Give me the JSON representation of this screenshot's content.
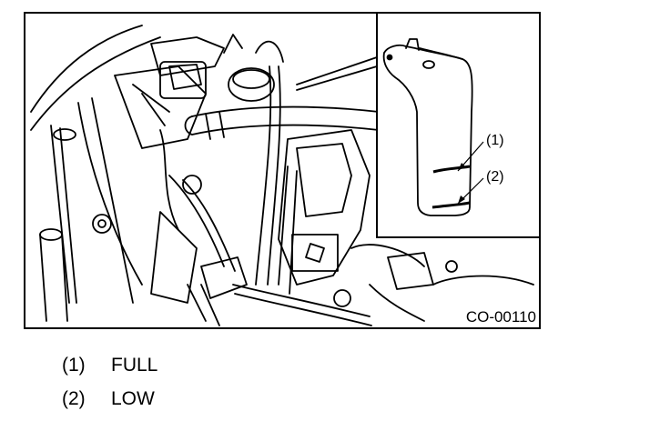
{
  "figure": {
    "code": "CO-00110",
    "callouts": [
      {
        "id": "1",
        "label": "(1)"
      },
      {
        "id": "2",
        "label": "(2)"
      }
    ]
  },
  "legend": [
    {
      "number": "(1)",
      "text": "FULL"
    },
    {
      "number": "(2)",
      "text": "LOW"
    }
  ]
}
